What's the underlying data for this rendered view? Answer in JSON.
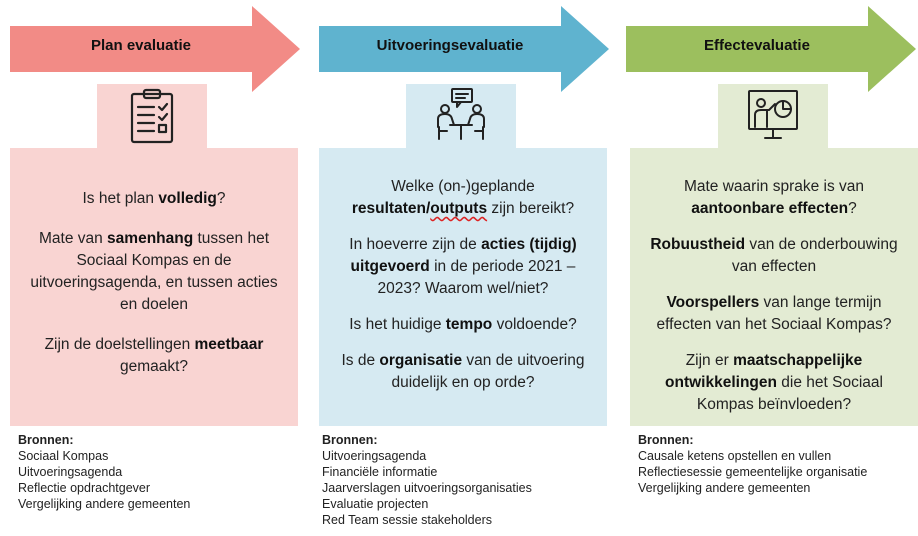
{
  "columns": [
    {
      "key": "plan",
      "title": "Plan evaluatie",
      "icon": "clipboard-checklist-icon",
      "colors": {
        "arrow": "#f28b86",
        "box": "#f9d4d2"
      },
      "questions": [
        [
          {
            "t": "Is het plan "
          },
          {
            "t": "volledig",
            "b": true
          },
          {
            "t": "?"
          }
        ],
        [
          {
            "t": "Mate van "
          },
          {
            "t": "samenhang",
            "b": true
          },
          {
            "t": " tussen het Sociaal Kompas en de uitvoeringsagenda, en tussen acties en doelen"
          }
        ],
        [
          {
            "t": "Zijn de doelstellingen "
          },
          {
            "t": "meetbaar",
            "b": true
          },
          {
            "t": " gemaakt?"
          }
        ]
      ],
      "sources_title": "Bronnen:",
      "sources": [
        "Sociaal Kompas",
        "Uitvoeringsagenda",
        "Reflectie opdrachtgever",
        "Vergelijking andere gemeenten"
      ]
    },
    {
      "key": "uitvoering",
      "title": "Uitvoeringsevaluatie",
      "icon": "meeting-chat-icon",
      "colors": {
        "arrow": "#5fb3cf",
        "box": "#d6eaf2"
      },
      "questions": [
        [
          {
            "t": "Welke (on-)geplande "
          },
          {
            "t": "resultaten/",
            "b": true
          },
          {
            "t": "outputs",
            "b": true,
            "w": true
          },
          {
            "t": " zijn bereikt?"
          }
        ],
        [
          {
            "t": "In hoeverre zijn de "
          },
          {
            "t": "acties (tijdig) uitgevoerd",
            "b": true
          },
          {
            "t": " in de periode 2021 – 2023? Waarom wel/niet?"
          }
        ],
        [
          {
            "t": "Is het huidige "
          },
          {
            "t": "tempo",
            "b": true
          },
          {
            "t": " voldoende?"
          }
        ],
        [
          {
            "t": "Is de "
          },
          {
            "t": "organisatie",
            "b": true
          },
          {
            "t": " van de uitvoering duidelijk en op orde?"
          }
        ]
      ],
      "sources_title": "Bronnen:",
      "sources": [
        "Uitvoeringsagenda",
        "Financiële informatie",
        "Jaarverslagen uitvoeringsorganisaties",
        "Evaluatie projecten",
        "Red Team sessie stakeholders"
      ]
    },
    {
      "key": "effect",
      "title": "Effectevaluatie",
      "icon": "presentation-chart-icon",
      "colors": {
        "arrow": "#9cbf5e",
        "box": "#e3ebd3"
      },
      "questions": [
        [
          {
            "t": "Mate waarin sprake is van "
          },
          {
            "t": "aantoonbare effecten",
            "b": true
          },
          {
            "t": "?"
          }
        ],
        [
          {
            "t": "Robuustheid",
            "b": true
          },
          {
            "t": " van de onderbouwing van effecten"
          }
        ],
        [
          {
            "t": "Voorspellers",
            "b": true
          },
          {
            "t": " van lange termijn effecten van het Sociaal Kompas?"
          }
        ],
        [
          {
            "t": "Zijn er "
          },
          {
            "t": "maatschappelijke ontwikkelingen",
            "b": true
          },
          {
            "t": " die het Sociaal Kompas beïnvloeden?"
          }
        ]
      ],
      "sources_title": "Bronnen:",
      "sources": [
        "Causale ketens opstellen en vullen",
        "Reflectiesessie gemeentelijke organisatie",
        "Vergelijking andere gemeenten"
      ]
    }
  ]
}
